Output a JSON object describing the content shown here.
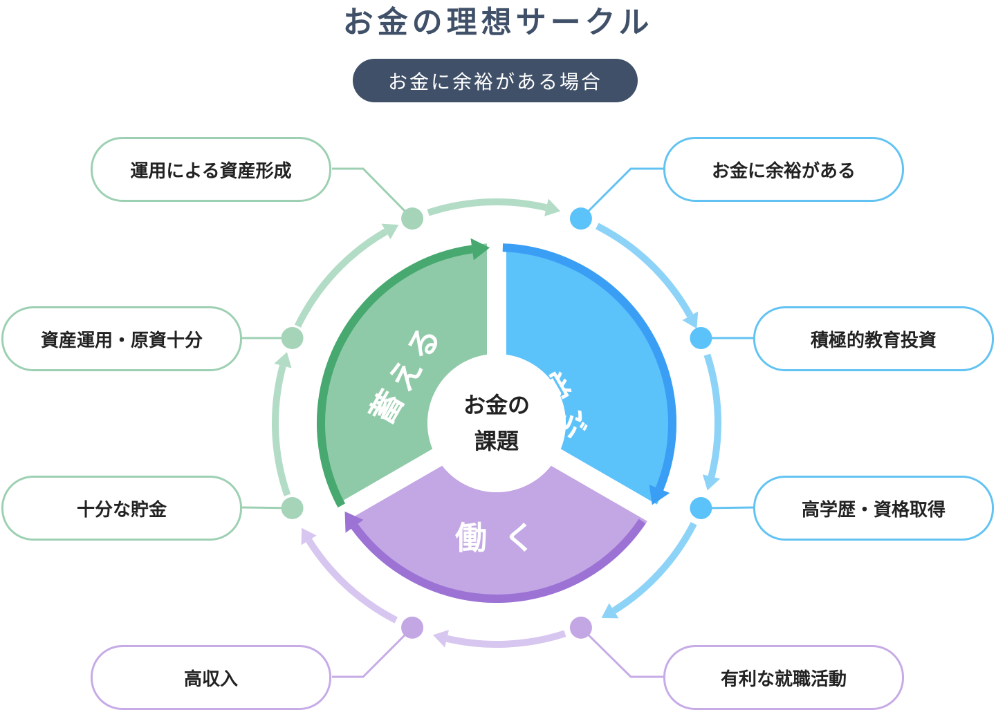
{
  "title": "お金の理想サークル",
  "badge": "お金に余裕がある場合",
  "center": {
    "line1": "お金の",
    "line2": "課題"
  },
  "segments": {
    "save": "蓄える",
    "learn": "学ぶ",
    "work": "働く"
  },
  "labels": {
    "asset_formation": "運用による資産形成",
    "asset_management": "資産運用・原資十分",
    "savings": "十分な貯金",
    "high_income": "高収入",
    "money_surplus": "お金に余裕がある",
    "education_investment": "積極的教育投資",
    "education_qualifications": "高学歴・資格取得",
    "job_hunting": "有利な就職活動"
  },
  "colors": {
    "green": "#8fcaa8",
    "green_dark": "#47a96f",
    "green_light": "#b2dcc5",
    "blue": "#5bc2fa",
    "blue_dark": "#3b9ef5",
    "blue_light": "#8dd3f8",
    "purple": "#c3a6e4",
    "purple_dark": "#9c73d4",
    "purple_light": "#d7c6ef"
  }
}
